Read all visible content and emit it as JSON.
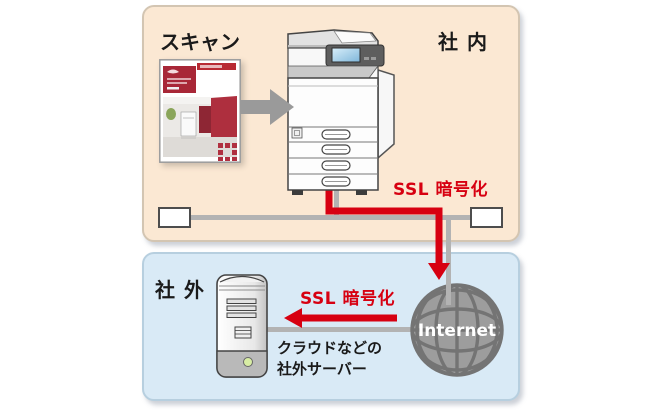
{
  "diagram": {
    "internal_zone": {
      "title": "社 内",
      "scan_label": "スキャン",
      "ssl_label": "SSL 暗号化",
      "bg_color": "#fbe8d3"
    },
    "external_zone": {
      "title": "社 外",
      "ssl_label": "SSL 暗号化",
      "server_caption_line1": "クラウドなどの",
      "server_caption_line2": "社外サーバー",
      "internet_label": "Internet",
      "bg_color": "#d9eaf6"
    },
    "colors": {
      "ssl_red": "#d70011",
      "network_line_gray": "#b3b3b3",
      "globe_gray": "#9d9d9d",
      "globe_grid_gray": "#747474"
    },
    "icons": {
      "scanned_document": "brochure-thumbnail-icon",
      "flow_arrow": "arrow-right-icon",
      "copier": "multifunction-printer-icon",
      "network_endpoints": "network-node-boxes",
      "server": "server-tower-icon",
      "internet": "internet-globe-icon"
    }
  }
}
